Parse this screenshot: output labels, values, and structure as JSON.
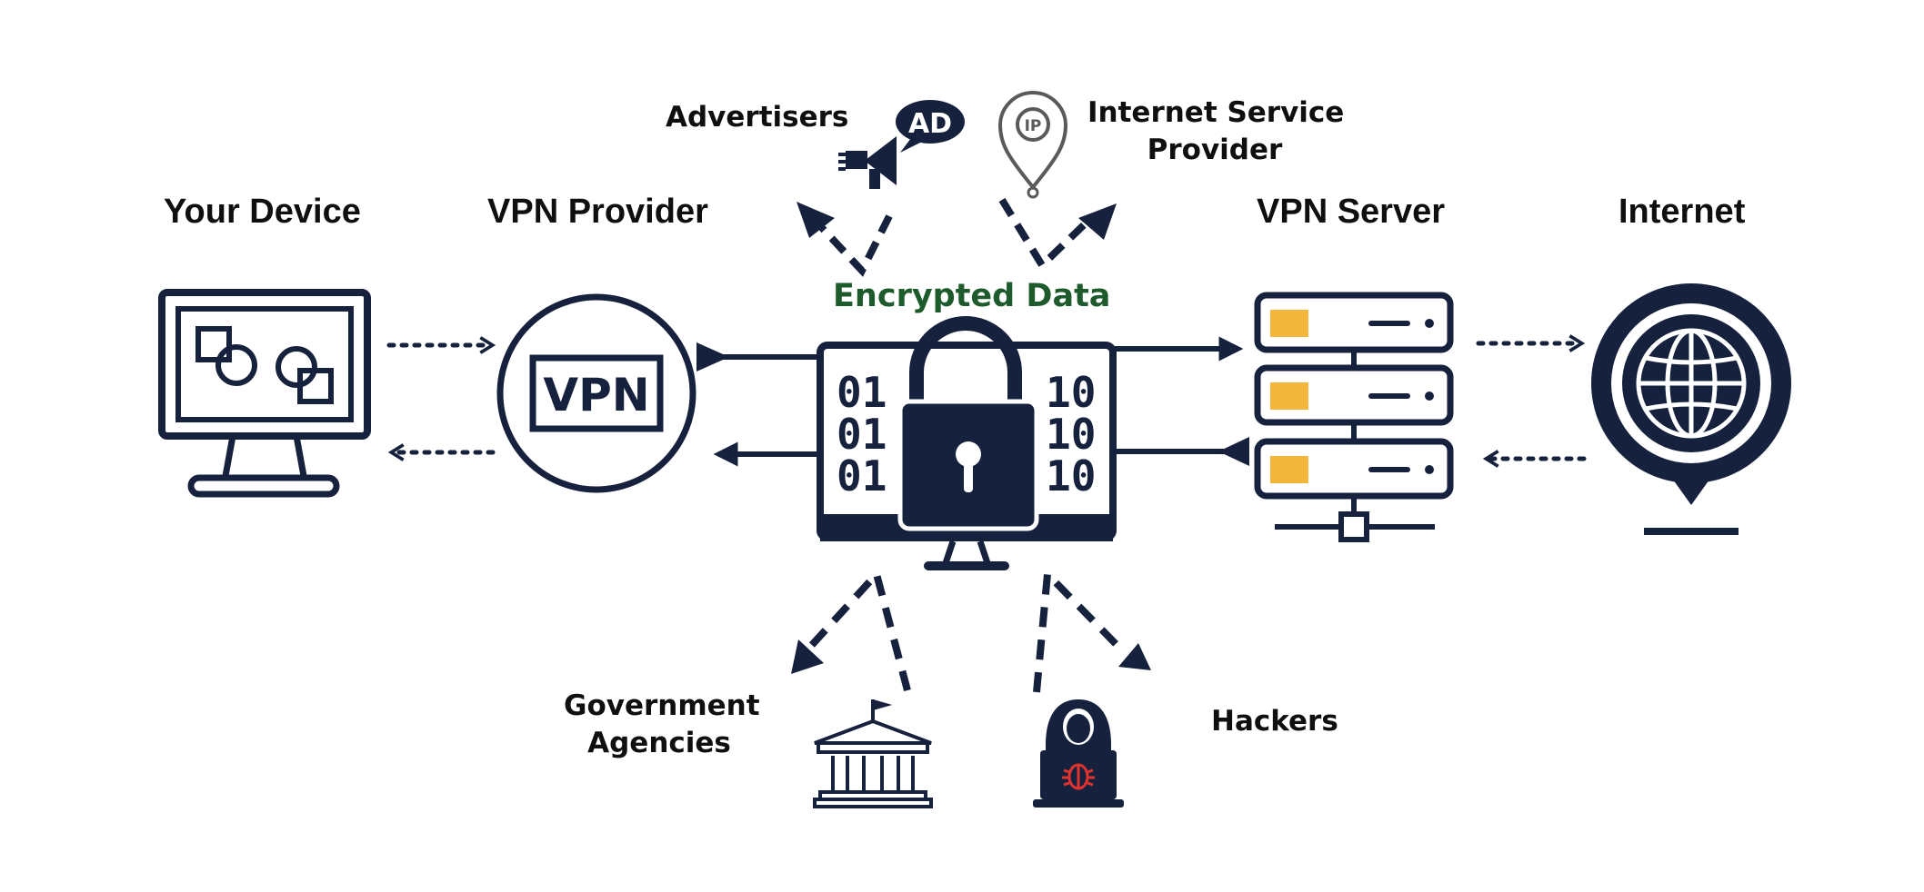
{
  "labels": {
    "your_device": "Your Device",
    "vpn_provider": "VPN Provider",
    "vpn_server": "VPN Server",
    "internet": "Internet",
    "advertisers": "Advertisers",
    "isp_line1": "Internet Service",
    "isp_line2": "Provider",
    "encrypted_data": "Encrypted Data",
    "gov_line1": "Government",
    "gov_line2": "Agencies",
    "hackers": "Hackers"
  },
  "icons": {
    "vpn_badge_text": "VPN",
    "ad_bubble_text": "AD",
    "ip_pin_text": "IP",
    "binary_left": [
      "01",
      "01",
      "01"
    ],
    "binary_right": [
      "10",
      "10",
      "10"
    ]
  },
  "colors": {
    "navy": "#16213d",
    "encrypted_green": "#1d5a2c",
    "server_accent": "#f2b63c",
    "hacker_bug": "#e0332f"
  }
}
